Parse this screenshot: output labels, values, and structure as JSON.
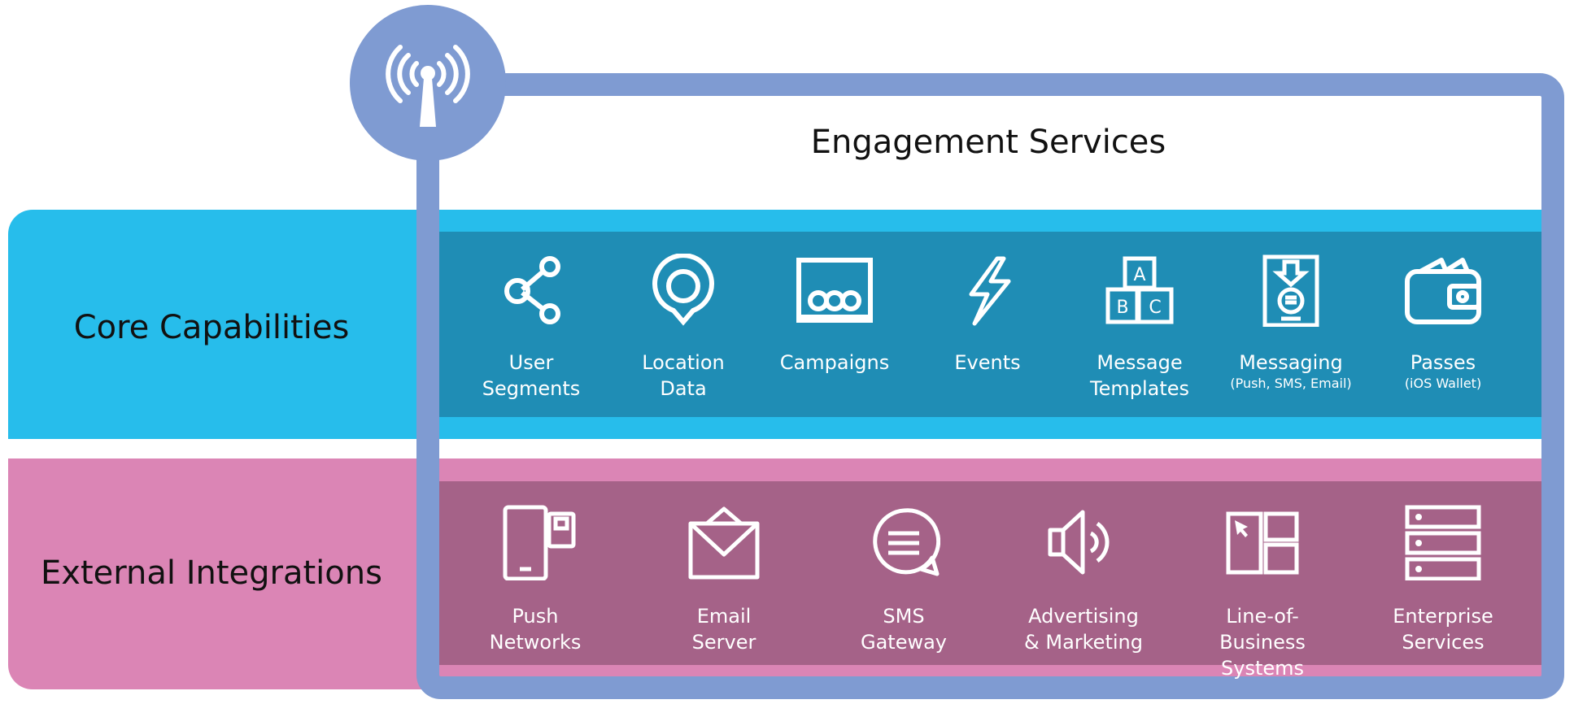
{
  "title": "Engagement Services",
  "bands": {
    "core": "Core Capabilities",
    "external": "External Integrations"
  },
  "core_items": [
    {
      "label": "User\nSegments",
      "icon": "share-nodes-icon"
    },
    {
      "label": "Location\nData",
      "icon": "location-pin-icon"
    },
    {
      "label": "Campaigns",
      "icon": "audience-screen-icon"
    },
    {
      "label": "Events",
      "icon": "lightning-bolt-icon"
    },
    {
      "label": "Message\nTemplates",
      "icon": "abc-blocks-icon"
    },
    {
      "label": "Messaging",
      "sub": "(Push, SMS, Email)",
      "icon": "message-download-icon"
    },
    {
      "label": "Passes",
      "sub": "(iOS Wallet)",
      "icon": "wallet-icon"
    }
  ],
  "external_items": [
    {
      "label": "Push\nNetworks",
      "icon": "phone-card-icon"
    },
    {
      "label": "Email\nServer",
      "icon": "envelope-icon"
    },
    {
      "label": "SMS\nGateway",
      "icon": "chat-bubble-icon"
    },
    {
      "label": "Advertising\n& Marketing",
      "icon": "speaker-icon"
    },
    {
      "label": "Line-of-Business\nSystems",
      "icon": "dashboard-cursor-icon"
    },
    {
      "label": "Enterprise\nServices",
      "icon": "server-rack-icon"
    }
  ],
  "colors": {
    "frame": "#7f9bd2",
    "core_light": "#27bdeb",
    "core_dark": "#1f8db5",
    "external_light": "#db85b5",
    "external_dark": "#a56288"
  }
}
